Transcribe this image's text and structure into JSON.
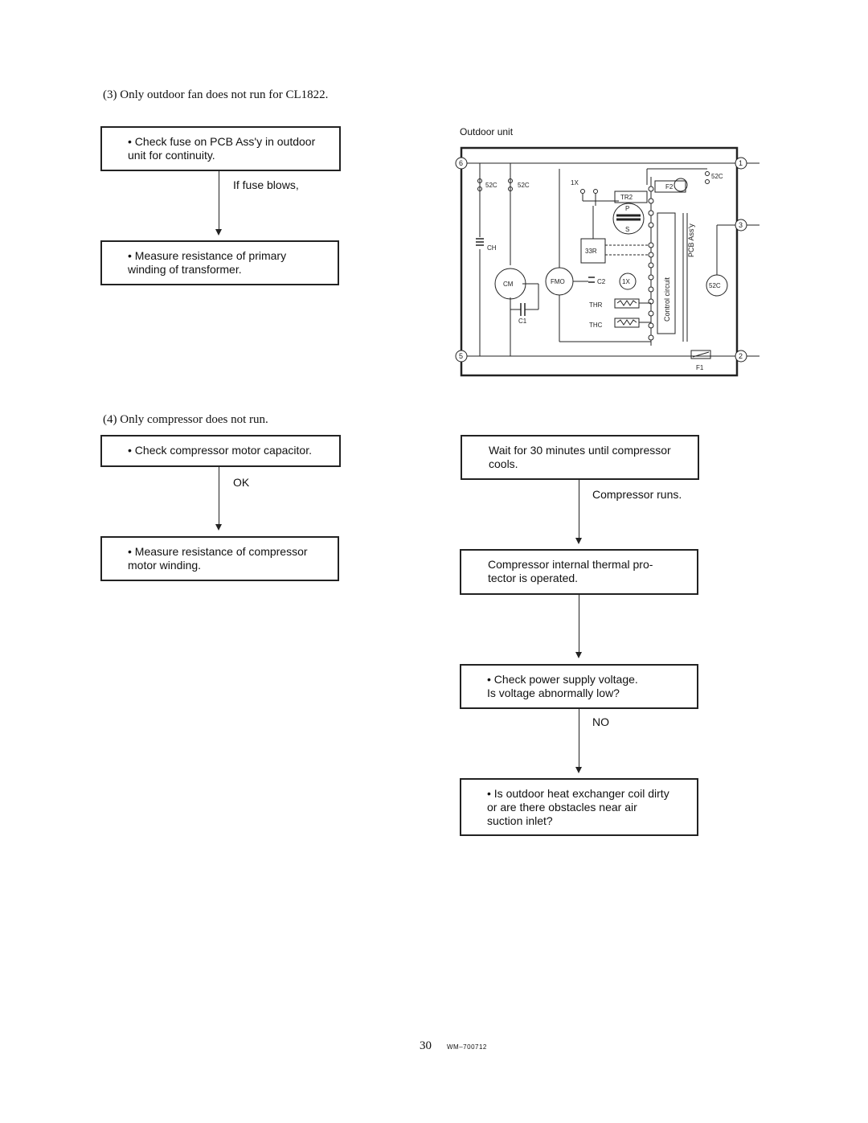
{
  "section3": {
    "heading": "(3)  Only outdoor fan does not run for CL1822.",
    "box1": [
      "• Check fuse on PCB Ass'y in outdoor",
      "unit for continuity."
    ],
    "condition": "If fuse blows,",
    "box2": [
      "• Measure resistance of primary",
      "winding of transformer."
    ]
  },
  "diagram": {
    "caption": "Outdoor unit",
    "labels": {
      "t6": "6",
      "t5": "5",
      "t1": "1",
      "t2": "2",
      "t3": "3",
      "c52a": "52C",
      "c52b": "52C",
      "c52r": "52C",
      "x1": "1X",
      "tr2": "TR2",
      "p": "P",
      "s": "S",
      "f2": "F2",
      "ch": "CH",
      "s33r": "33R",
      "cm": "CM",
      "fmo": "FMO",
      "c2": "C2",
      "x1b": "1X",
      "thr": "THR",
      "thc": "THC",
      "c1": "C1",
      "f1": "F1",
      "ctrl": "Control circuit",
      "pcb": "PCB Ass'y",
      "c52circle": "52C"
    }
  },
  "section4": {
    "heading": "(4)  Only compressor does not run.",
    "box1": [
      "• Check compressor motor capacitor."
    ],
    "ok": "OK",
    "box2": [
      "• Measure resistance of compressor",
      "motor winding."
    ]
  },
  "rightflow": {
    "box1": [
      "Wait for 30 minutes until compressor",
      "cools."
    ],
    "runs": "Compressor runs.",
    "box2": [
      "Compressor internal thermal pro-",
      "tector is operated."
    ],
    "box3": [
      "• Check power supply voltage.",
      "Is voltage abnormally low?"
    ],
    "no": "NO",
    "box4": [
      "• Is outdoor heat exchanger coil dirty",
      "or are there obstacles near air",
      "suction inlet?"
    ]
  },
  "footer": {
    "page": "30",
    "code": "WM–700712"
  }
}
